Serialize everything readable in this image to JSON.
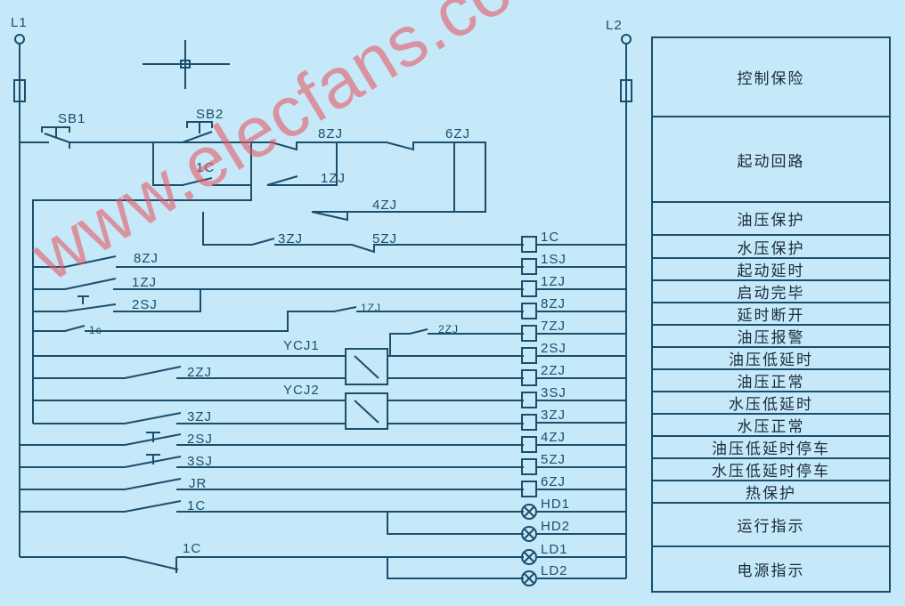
{
  "rails": {
    "left": "L1",
    "right": "L2"
  },
  "contacts": {
    "sb1": "SB1",
    "sb2": "SB2",
    "c1_top": "1C",
    "zj8_top": "8ZJ",
    "zj6_top": "6ZJ",
    "zj1_top": "1ZJ",
    "zj4": "4ZJ",
    "zj3_top": "3ZJ",
    "zj5": "5ZJ",
    "zj8": "8ZJ",
    "zj1": "1ZJ",
    "sj2": "2SJ",
    "c1_small": "1c",
    "zj1_mid": "1ZJ",
    "zj2_mid": "2ZJ",
    "ycj1": "YCJ1",
    "zj2": "2ZJ",
    "ycj2": "YCJ2",
    "zj3": "3ZJ",
    "sj2_b": "2SJ",
    "sj3": "3SJ",
    "jr": "JR",
    "c1_hd": "1C",
    "c1_ld": "1C"
  },
  "coils": [
    "1C",
    "1SJ",
    "1ZJ",
    "8ZJ",
    "7ZJ",
    "2SJ",
    "2ZJ",
    "3SJ",
    "3ZJ",
    "4ZJ",
    "5ZJ",
    "6ZJ",
    "HD1",
    "HD2",
    "LD1",
    "LD2"
  ],
  "table": [
    "控制保险",
    "起动回路",
    "油压保护",
    "水压保护",
    "起动延时",
    "启动完毕",
    "延时断开",
    "油压报警",
    "油压低延时",
    "油压正常",
    "水压低延时",
    "水压正常",
    "油压低延时停车",
    "水压低延时停车",
    "热保护",
    "运行指示",
    "电源指示"
  ],
  "watermark": "www.elecfans.com",
  "colors": {
    "background": "#c6e9fa",
    "wire": "#1b4e6b",
    "watermark": "#e65a64"
  }
}
